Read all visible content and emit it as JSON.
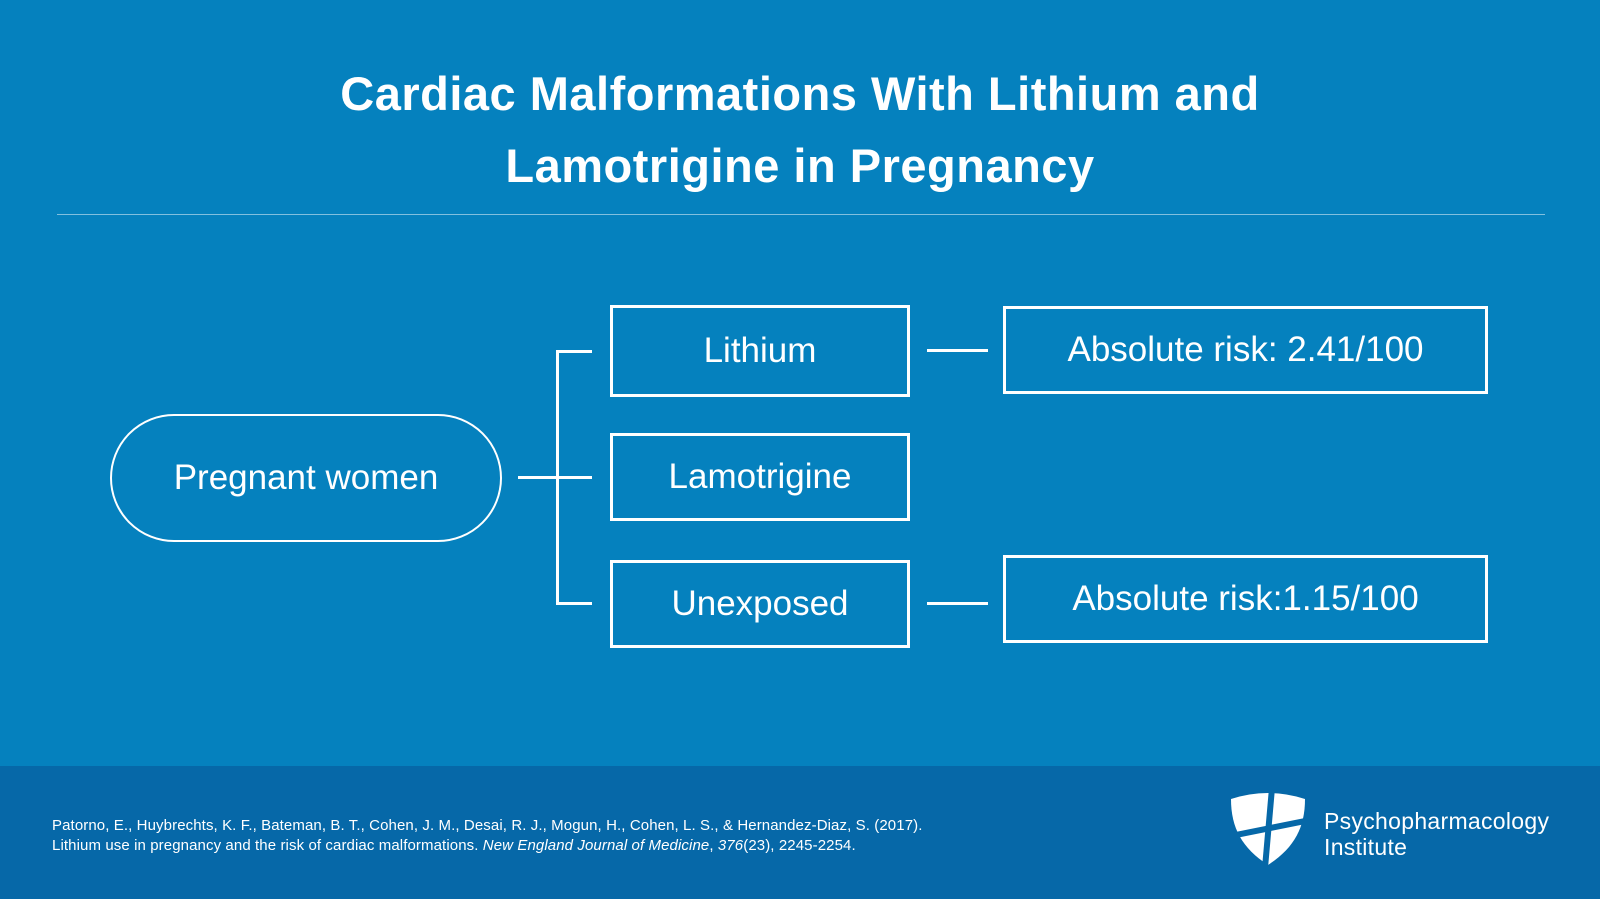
{
  "slide": {
    "title_line1": "Cardiac Malformations With Lithium and",
    "title_line2": "Lamotrigine in Pregnancy"
  },
  "diagram": {
    "root_label": "Pregnant women",
    "branches": [
      {
        "label": "Lithium",
        "risk": "Absolute risk: 2.41/100"
      },
      {
        "label": "Lamotrigine",
        "risk": ""
      },
      {
        "label": "Unexposed",
        "risk": "Absolute risk:1.15/100"
      }
    ]
  },
  "footer": {
    "citation_line1": "Patorno, E., Huybrechts, K. F., Bateman, B. T., Cohen, J. M., Desai, R. J., Mogun, H., Cohen, L. S., & Hernandez-Diaz, S. (2017).",
    "citation_line2_prefix": "Lithium use in pregnancy and the risk of cardiac malformations. ",
    "citation_journal": "New England Journal of Medicine",
    "citation_sep": ", ",
    "citation_volume": "376",
    "citation_suffix": "(23), 2245-2254.",
    "logo_line1": "Psychopharmacology",
    "logo_line2": "Institute"
  },
  "colors": {
    "background": "#0581BE",
    "footer_background": "#0668A8",
    "text": "#FFFFFF"
  }
}
